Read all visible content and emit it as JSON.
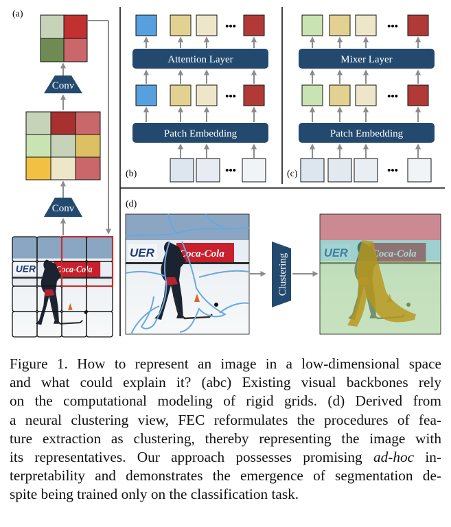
{
  "panels": {
    "a": {
      "tag": "(a)",
      "conv_top": "Conv",
      "conv_bottom": "Conv"
    },
    "b": {
      "tag": "(b)",
      "layer": "Attention Layer",
      "embed": "Patch Embedding",
      "ellipsis": "•••"
    },
    "c": {
      "tag": "(c)",
      "layer": "Mixer Layer",
      "embed": "Patch Embedding",
      "ellipsis": "•••"
    },
    "d": {
      "tag": "(d)",
      "cluster": "Clustering",
      "brand_logo": "Coca-Cola",
      "board_text": "UER"
    }
  },
  "colors": {
    "navy": "#234a6e",
    "arrow": "#8c8c8c",
    "blue": "#56a0e0",
    "tan": "#e3d192",
    "cream": "#ede6c9",
    "red": "#b13a36",
    "lightgreen": "#c9e3b2",
    "green": "#6f8a52",
    "rose": "#c9676a",
    "sage": "#c7d3b9",
    "amber": "#f2c043",
    "grey": "#cfd6cf"
  },
  "caption": {
    "l1": "Figure 1. How to represent an image in a low-dimensional space",
    "l2": "and what could explain it? (abc) Existing visual backbones rely",
    "l3": "on the computational modeling of rigid grids. (d) Derived from",
    "l4": "a neural clustering view, FEC reformulates the procedures of fea-",
    "l5a": "ture extraction as clustering, thereby representing the image with",
    "l6a": "its representatives. Our approach possesses promising ",
    "l6em": "ad-hoc",
    "l6b": " in-",
    "l7": "terpretability and demonstrates the emergence of segmentation de-",
    "l8": "spite being trained only on the classification task."
  }
}
